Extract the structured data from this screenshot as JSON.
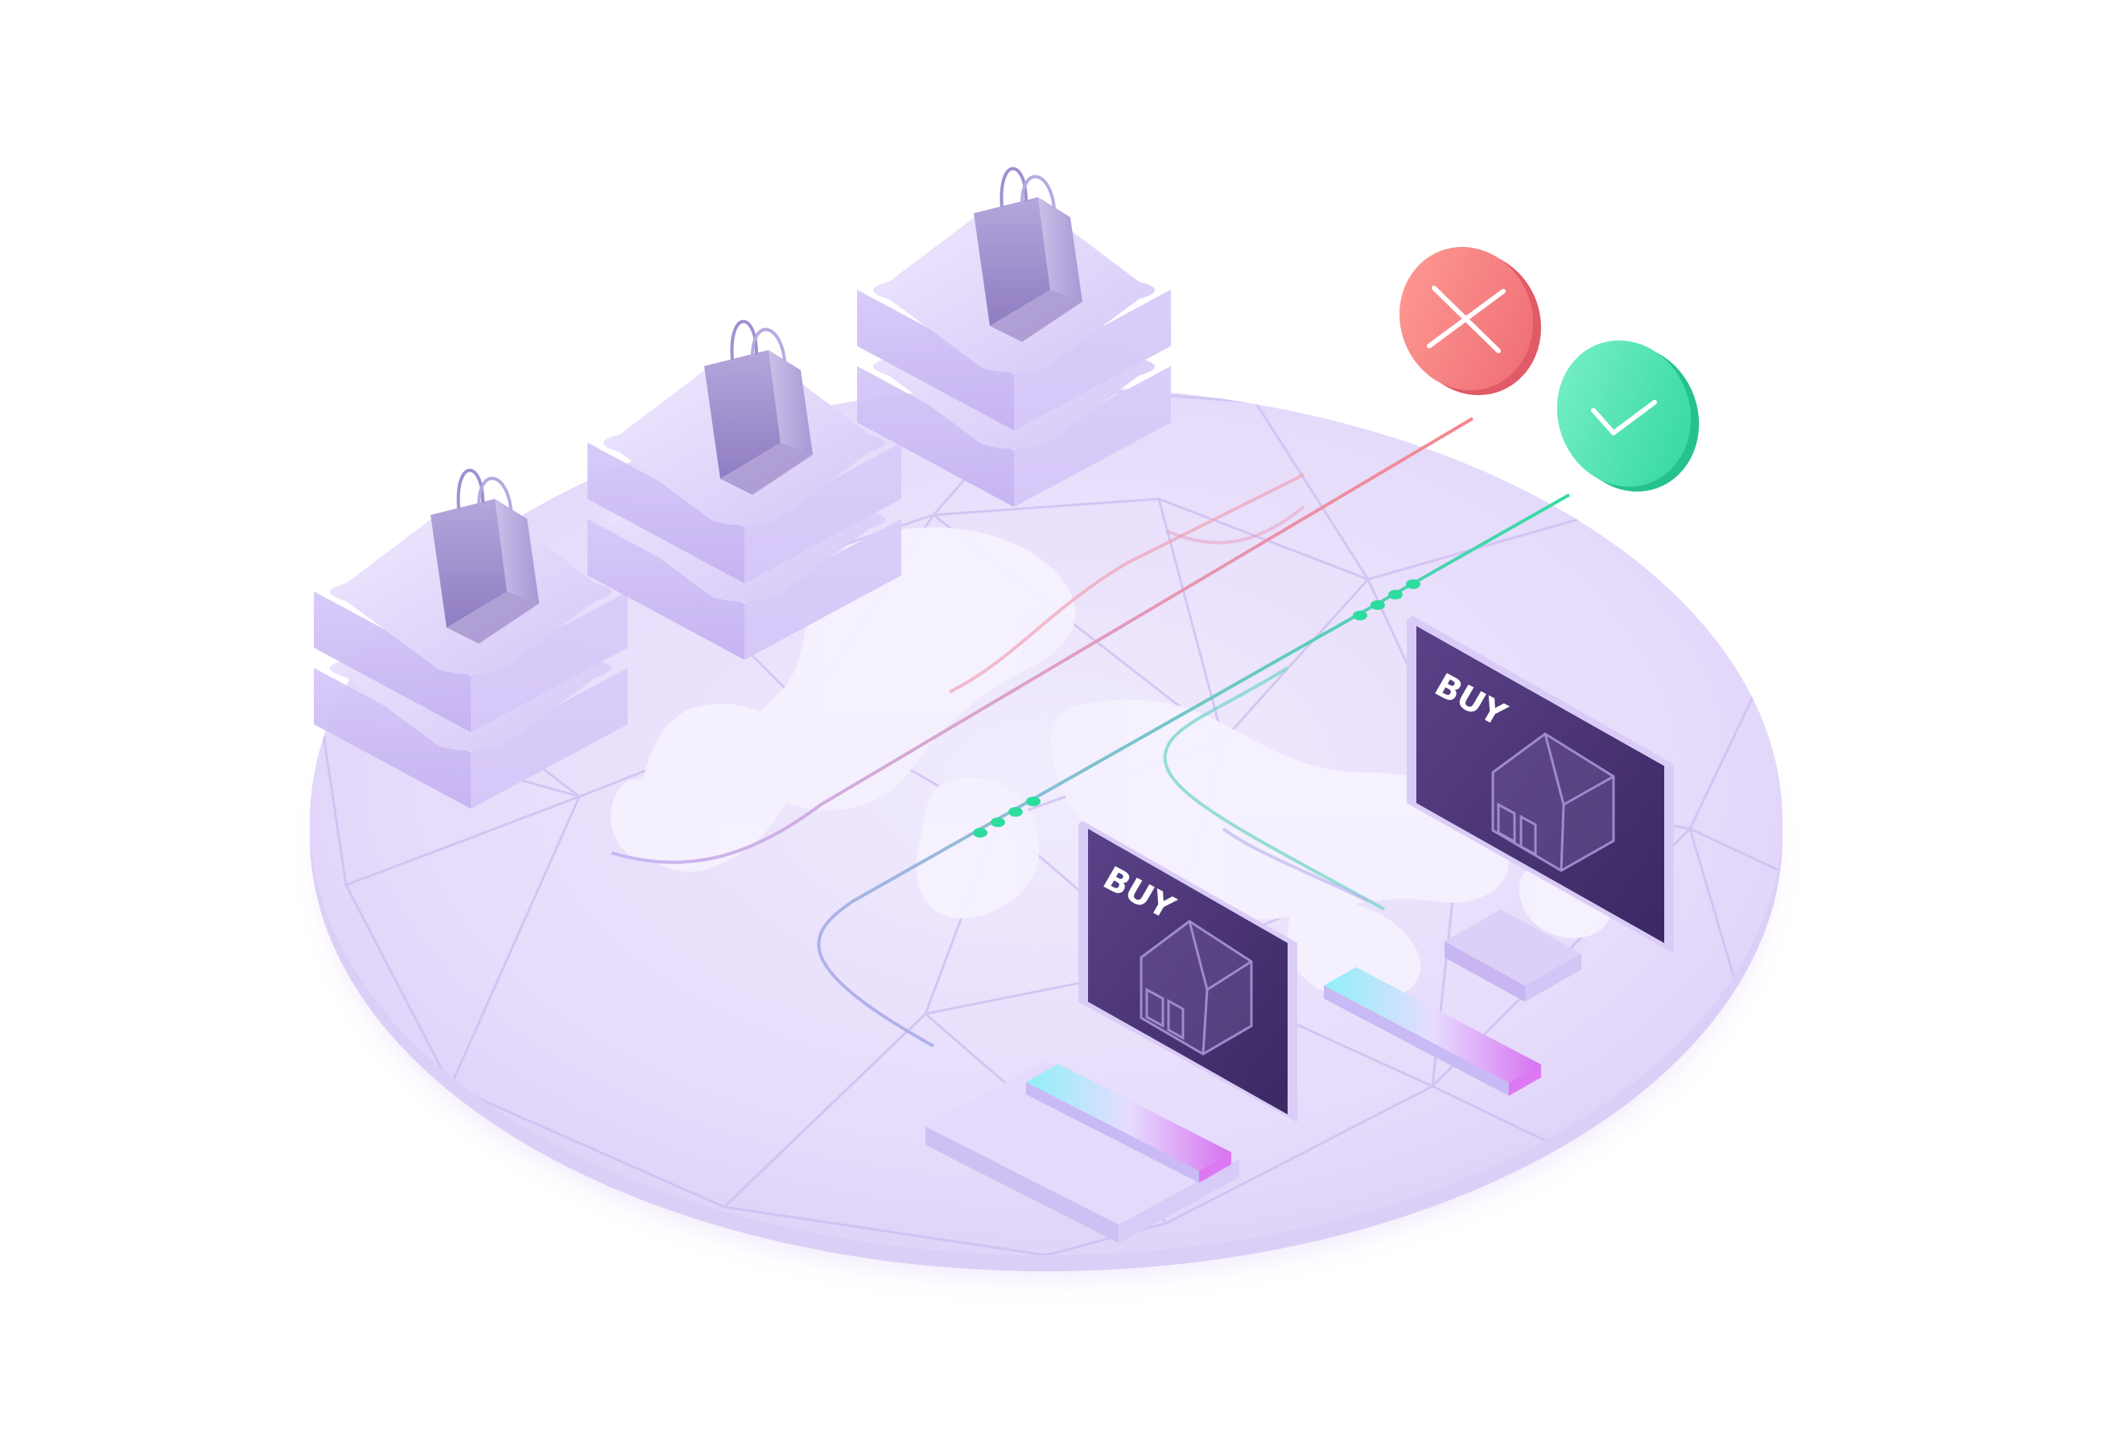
{
  "scene": {
    "description_icons": [
      "shopping-bag-icon",
      "close-icon",
      "checkmark-icon",
      "house-icon",
      "world-map"
    ],
    "colors": {
      "platform_top": "#e9e1fb",
      "platform_edge": "#d9cdf6",
      "grid_line": "#d2c5f2",
      "block_top": "#dcd0fa",
      "block_side": "#c9b7f3",
      "bag": "#9c89cc",
      "screen": "#4a3375",
      "reject": "#f27b7b",
      "accept": "#3fd9a6",
      "line_red": "#f08ea0",
      "line_green": "#37d8a6",
      "bar_cyan": "#7ee7f6",
      "bar_pink": "#d86ff0"
    }
  },
  "screens": [
    {
      "label": "BUY"
    },
    {
      "label": "BUY"
    }
  ]
}
